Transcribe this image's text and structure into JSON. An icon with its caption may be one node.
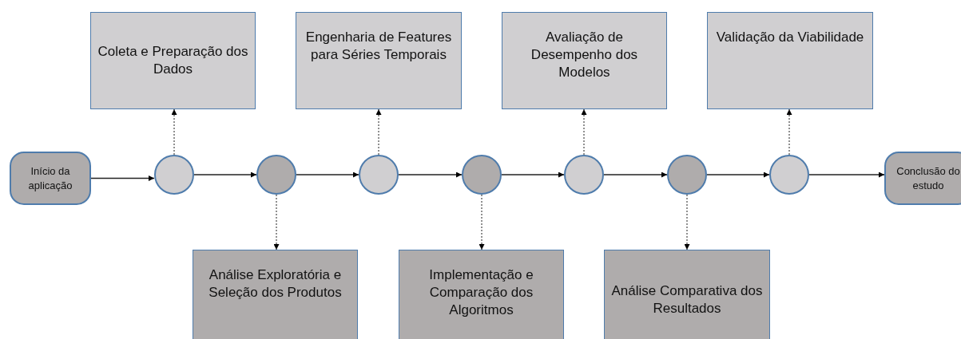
{
  "diagram": {
    "nodes": [
      {
        "text": [
          "Coleta e Preparação dos Dados"
        ]
      },
      {
        "text": [
          "Engenharia de Features para Séries Temporais"
        ]
      },
      {
        "text": [
          "Avaliação de Desempenho dos Modelos"
        ]
      },
      {
        "text": [
          "Validação da Viabilidade"
        ]
      },
      {
        "text": [
          "Início da aplicação"
        ]
      },
      {
        "text": [],
        "shape": "circle"
      },
      {
        "text": [],
        "shape": "circle"
      },
      {
        "text": [],
        "shape": "circle"
      },
      {
        "text": [],
        "shape": "circle"
      },
      {
        "text": [],
        "shape": "circle"
      },
      {
        "text": [],
        "shape": "circle"
      },
      {
        "text": [],
        "shape": "circle"
      },
      {
        "text": [
          "Conclusão do estudo"
        ]
      },
      {
        "text": [
          "Análise Exploratória e Seleção dos Produtos"
        ]
      },
      {
        "text": [
          "Implementação e Comparação dos Algoritmos"
        ]
      },
      {
        "text": [
          "Análise Comparativa dos Resultados"
        ]
      }
    ],
    "edges": [
      {
        "from": 4,
        "to": 5,
        "arrow": "to"
      },
      {
        "from": 5,
        "to": 6,
        "arrow": "to"
      },
      {
        "from": 6,
        "to": 7,
        "arrow": "to"
      },
      {
        "from": 7,
        "to": 8,
        "arrow": "to"
      },
      {
        "from": 8,
        "to": 9,
        "arrow": "to"
      },
      {
        "from": 9,
        "to": 10,
        "arrow": "to"
      },
      {
        "from": 10,
        "to": 11,
        "arrow": "to"
      },
      {
        "from": 11,
        "to": 12,
        "arrow": "to"
      },
      {
        "from": 5,
        "to": 0,
        "arrow": "to",
        "style": "dashed"
      },
      {
        "from": 6,
        "to": 13,
        "arrow": "to",
        "style": "dashed"
      },
      {
        "from": 7,
        "to": 1,
        "arrow": "to",
        "style": "dashed"
      },
      {
        "from": 8,
        "to": 14,
        "arrow": "to",
        "style": "dashed"
      },
      {
        "from": 9,
        "to": 2,
        "arrow": "to",
        "style": "dashed"
      },
      {
        "from": 10,
        "to": 15,
        "arrow": "to",
        "style": "dashed"
      },
      {
        "from": 11,
        "to": 3,
        "arrow": "to",
        "style": "dashed"
      }
    ]
  }
}
